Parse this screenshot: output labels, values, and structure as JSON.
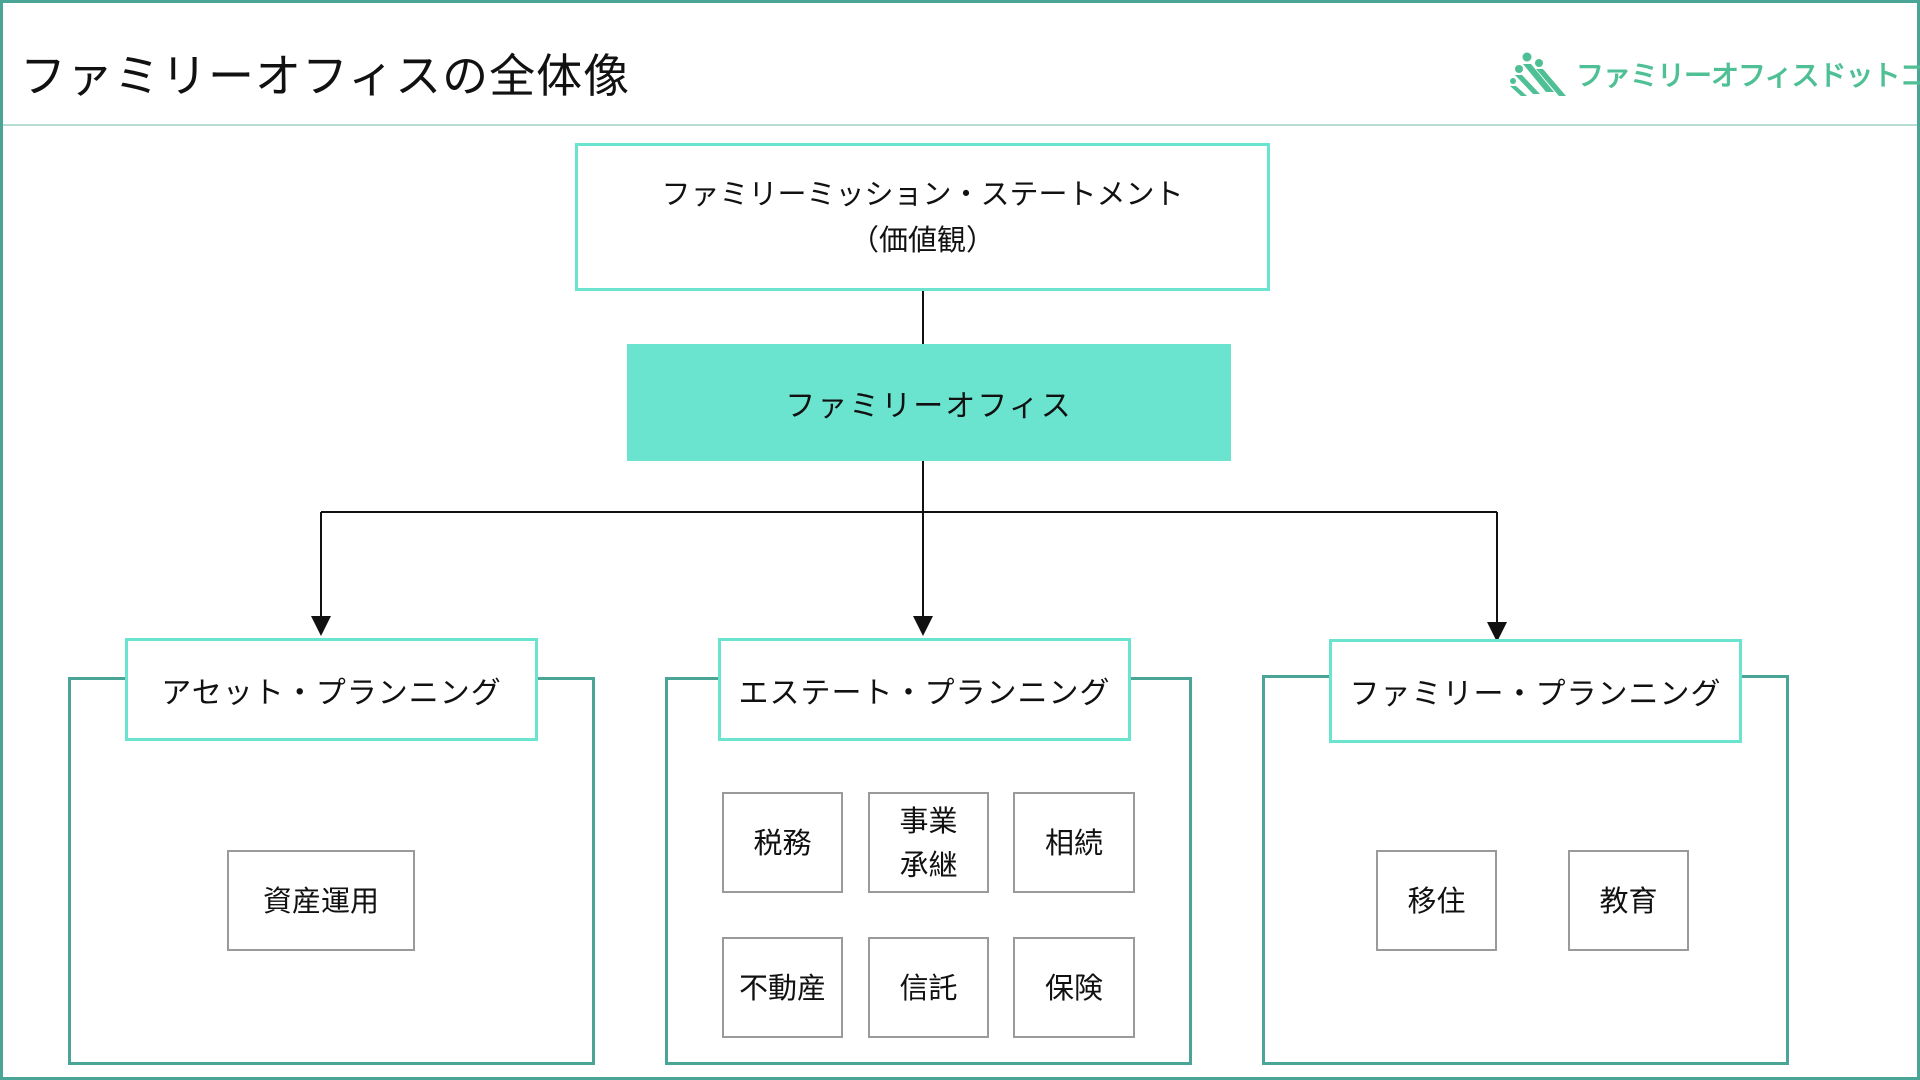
{
  "title": "ファミリーオフィスの全体像",
  "logo": {
    "text": "ファミリーオフィスドットコム",
    "color": "#4fc095",
    "icon": "people-stairs-logo-icon"
  },
  "colors": {
    "frame": "#4aa597",
    "header_line": "#b7dcd4",
    "accent_fill": "#6ae3cf",
    "item_border": "#9a9a9a",
    "connector": "#111111"
  },
  "mission": {
    "line1": "ファミリーミッション・ステートメント",
    "line2": "（価値観）"
  },
  "office": {
    "label": "ファミリーオフィス"
  },
  "planning": [
    {
      "label": "アセット・プランニング",
      "items": [
        {
          "line1": "資産運用"
        }
      ]
    },
    {
      "label": "エステート・プランニング",
      "items": [
        {
          "line1": "税務"
        },
        {
          "line1": "事業",
          "line2": "承継"
        },
        {
          "line1": "相続"
        },
        {
          "line1": "不動産"
        },
        {
          "line1": "信託"
        },
        {
          "line1": "保険"
        }
      ]
    },
    {
      "label": "ファミリー・プランニング",
      "items": [
        {
          "line1": "移住"
        },
        {
          "line1": "教育"
        }
      ]
    }
  ]
}
